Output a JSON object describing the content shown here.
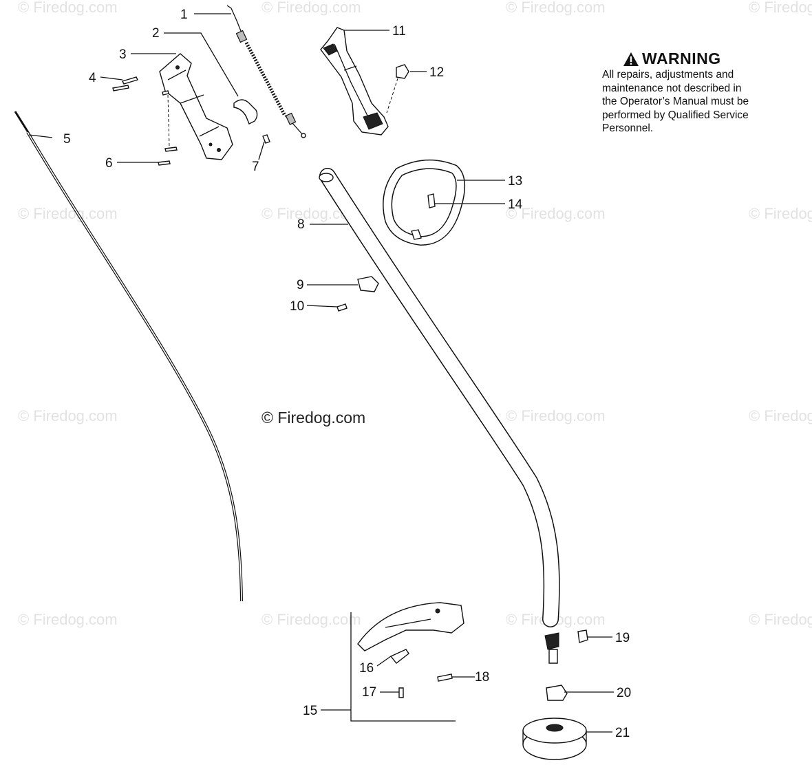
{
  "watermark_text": "© Firedog.com",
  "center_copyright": "© Firedog.com",
  "warning": {
    "icon": "warning-triangle-icon",
    "title": "WARNING",
    "body": "All repairs, adjustments and\nmaintenance not described in\nthe Operator’s Manual must be\nperformed by Qualified Service\nPersonnel."
  },
  "callouts": [
    "1",
    "2",
    "3",
    "4",
    "5",
    "6",
    "7",
    "8",
    "9",
    "10",
    "11",
    "12",
    "13",
    "14",
    "15",
    "16",
    "17",
    "18",
    "19",
    "20",
    "21"
  ]
}
